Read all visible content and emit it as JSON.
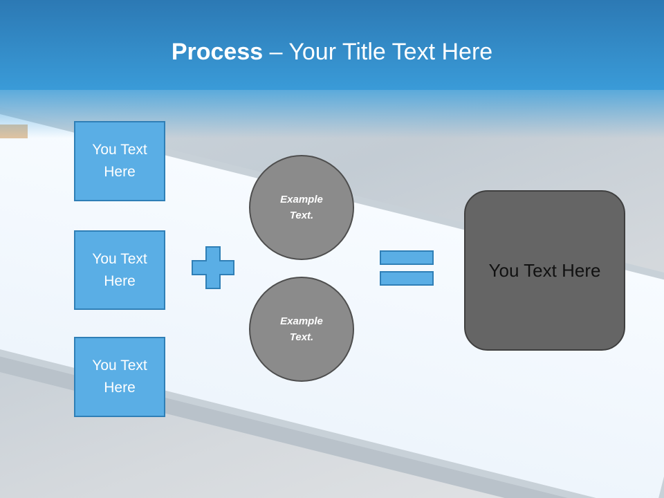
{
  "slide": {
    "title_bold": "Process",
    "title_rest": " – Your Title Text Here"
  },
  "left_boxes": [
    {
      "label": "You Text Here"
    },
    {
      "label": "You Text Here"
    },
    {
      "label": "You Text Here"
    }
  ],
  "circles": [
    {
      "label": "Example Text."
    },
    {
      "label": "Example Text."
    }
  ],
  "result": {
    "label": "You Text Here"
  },
  "icons": {
    "plus": "plus-icon",
    "equals": "equals-icon"
  },
  "colors": {
    "header": "#3a9bd8",
    "box_fill": "#5aaee5",
    "box_border": "#2f7fb6",
    "circle_fill": "#8b8b8b",
    "result_fill": "#656565"
  }
}
